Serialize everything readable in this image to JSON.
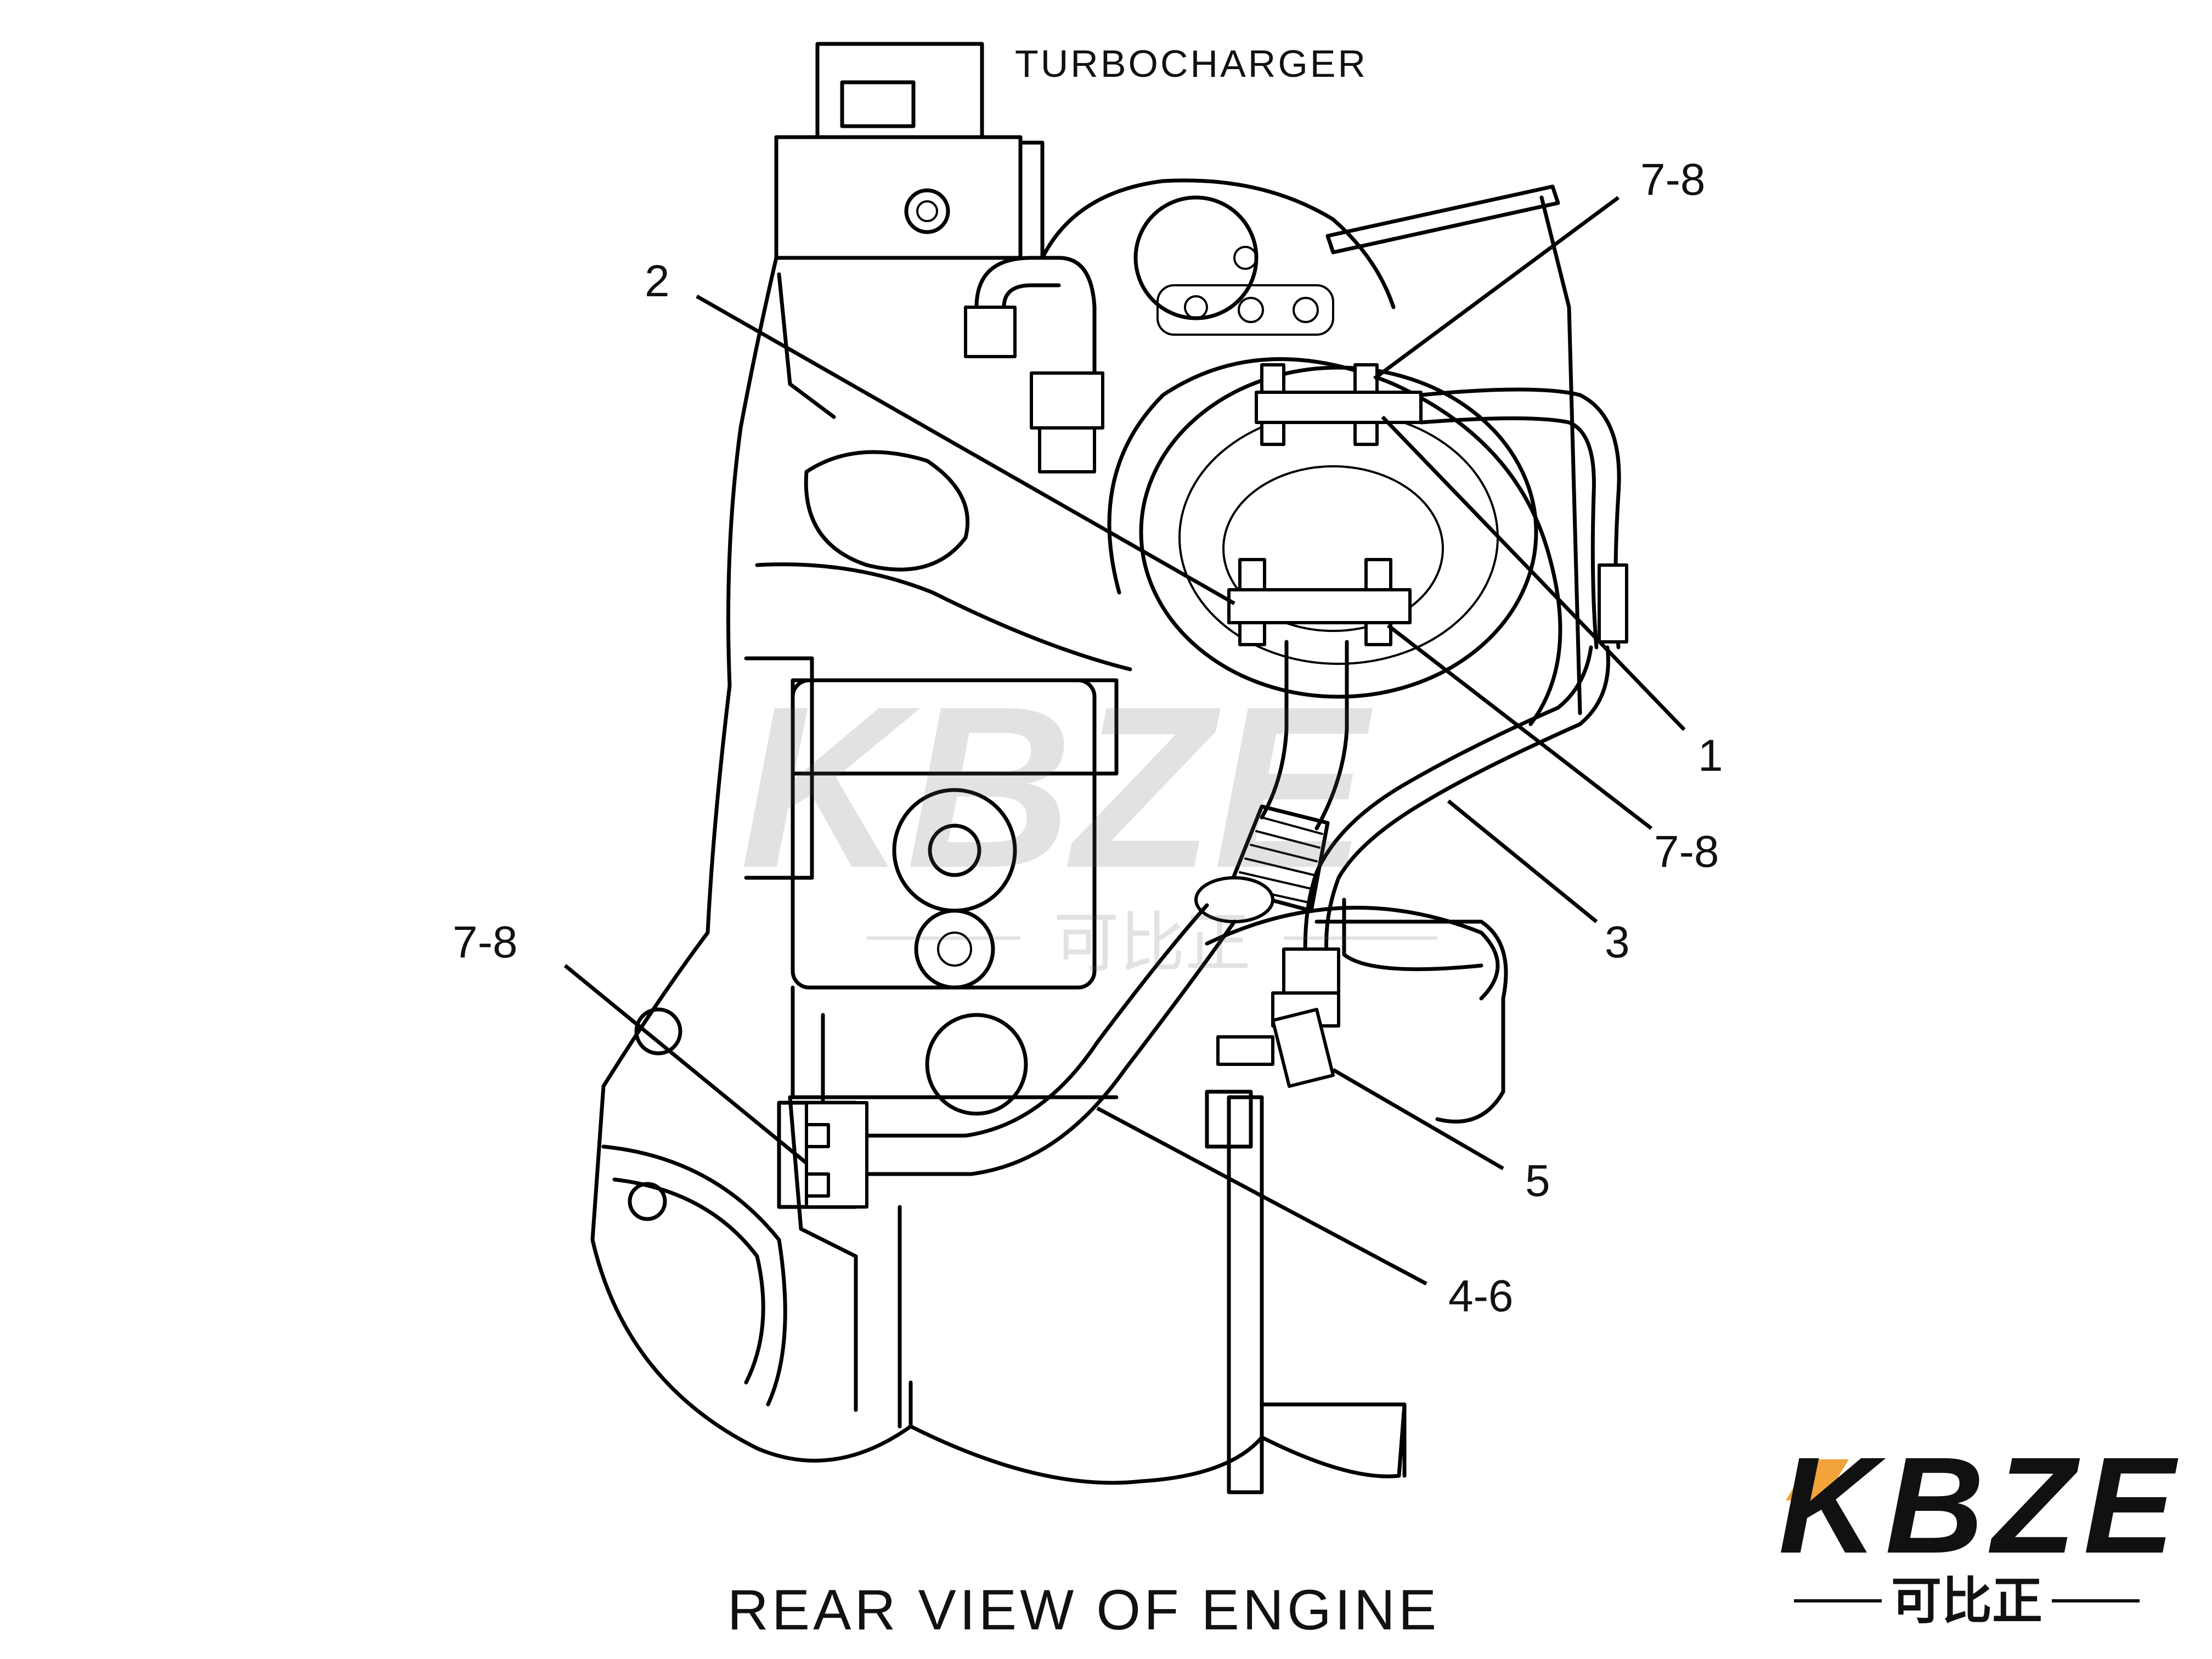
{
  "diagram": {
    "title_top": "TURBOCHARGER",
    "caption": "REAR VIEW OF ENGINE",
    "callouts": {
      "c1": "1",
      "c2": "2",
      "c3": "3",
      "c5": "5",
      "c46": "4-6",
      "c78_top": "7-8",
      "c78_right": "7-8",
      "c78_left": "7-8"
    }
  },
  "watermark": {
    "latin": "KBZE",
    "chinese": "可比正"
  },
  "logo": {
    "latin": "KBZE",
    "chinese": "可比正",
    "accent_color": "#f2a33a",
    "text_color": "#111111"
  }
}
